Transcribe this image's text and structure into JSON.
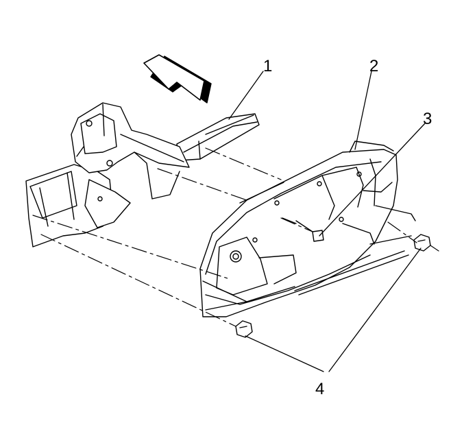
{
  "diagram": {
    "callouts": [
      {
        "id": "1",
        "label": "1"
      },
      {
        "id": "2",
        "label": "2"
      },
      {
        "id": "3",
        "label": "3"
      },
      {
        "id": "4",
        "label": "4"
      }
    ],
    "colors": {
      "line": "#000000",
      "fill": "#ffffff",
      "arrow_shadow": "#000000"
    }
  }
}
